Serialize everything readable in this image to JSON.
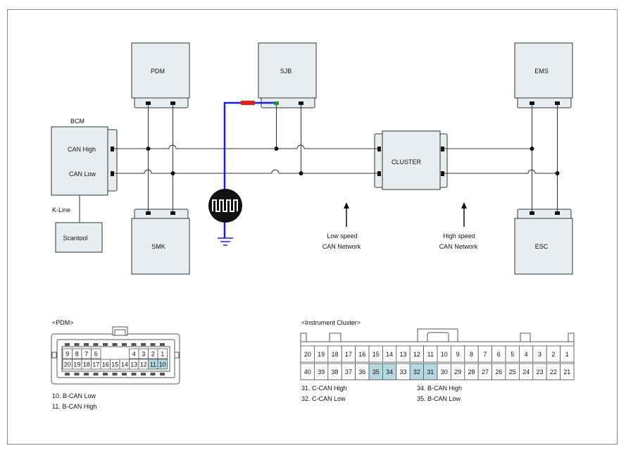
{
  "modules": {
    "pdm": "PDM",
    "sjb": "SJB",
    "ems": "EMS",
    "bcm": "BCM",
    "can_high": "CAN High",
    "can_low": "CAN Low",
    "cluster": "CLUSTER",
    "smk": "SMK",
    "esc": "ESC",
    "kline": "K-Line",
    "scantool": "Scantool"
  },
  "networks": {
    "low_speed_1": "Low speed",
    "low_speed_2": "CAN Network",
    "high_speed_1": "High speed",
    "high_speed_2": "CAN Network"
  },
  "pdm_connector": {
    "title": "<PDM>",
    "row1": [
      "9",
      "8",
      "7",
      "6",
      "",
      "",
      "",
      "4",
      "3",
      "2",
      "1"
    ],
    "row2": [
      "20",
      "19",
      "18",
      "17",
      "16",
      "15",
      "14",
      "13",
      "12",
      "11",
      "10"
    ],
    "highlighted": [
      "11",
      "10"
    ],
    "pins": [
      "10. B-CAN Low",
      "11. B-CAN High"
    ]
  },
  "cluster_connector": {
    "title": "<Instrument Cluster>",
    "row1": [
      "20",
      "19",
      "18",
      "17",
      "16",
      "15",
      "14",
      "13",
      "12",
      "11",
      "10",
      "9",
      "8",
      "7",
      "6",
      "5",
      "4",
      "3",
      "2",
      "1"
    ],
    "row2": [
      "40",
      "39",
      "38",
      "37",
      "36",
      "35",
      "34",
      "33",
      "32",
      "31",
      "30",
      "29",
      "28",
      "27",
      "26",
      "25",
      "24",
      "23",
      "22",
      "21"
    ],
    "highlighted": [
      "35",
      "34",
      "32",
      "31"
    ],
    "pins_left": [
      "31. C-CAN High",
      "32. C-CAN Low"
    ],
    "pins_right": [
      "34. B-CAN High",
      "35. B-CAN Low"
    ]
  },
  "colors": {
    "box_fill": "#e8eef0",
    "highlight": "#b5d9e1",
    "wire_blue": "#1a1aff",
    "wire_red": "#e61e1e",
    "wire_green": "#1e9a1e"
  }
}
